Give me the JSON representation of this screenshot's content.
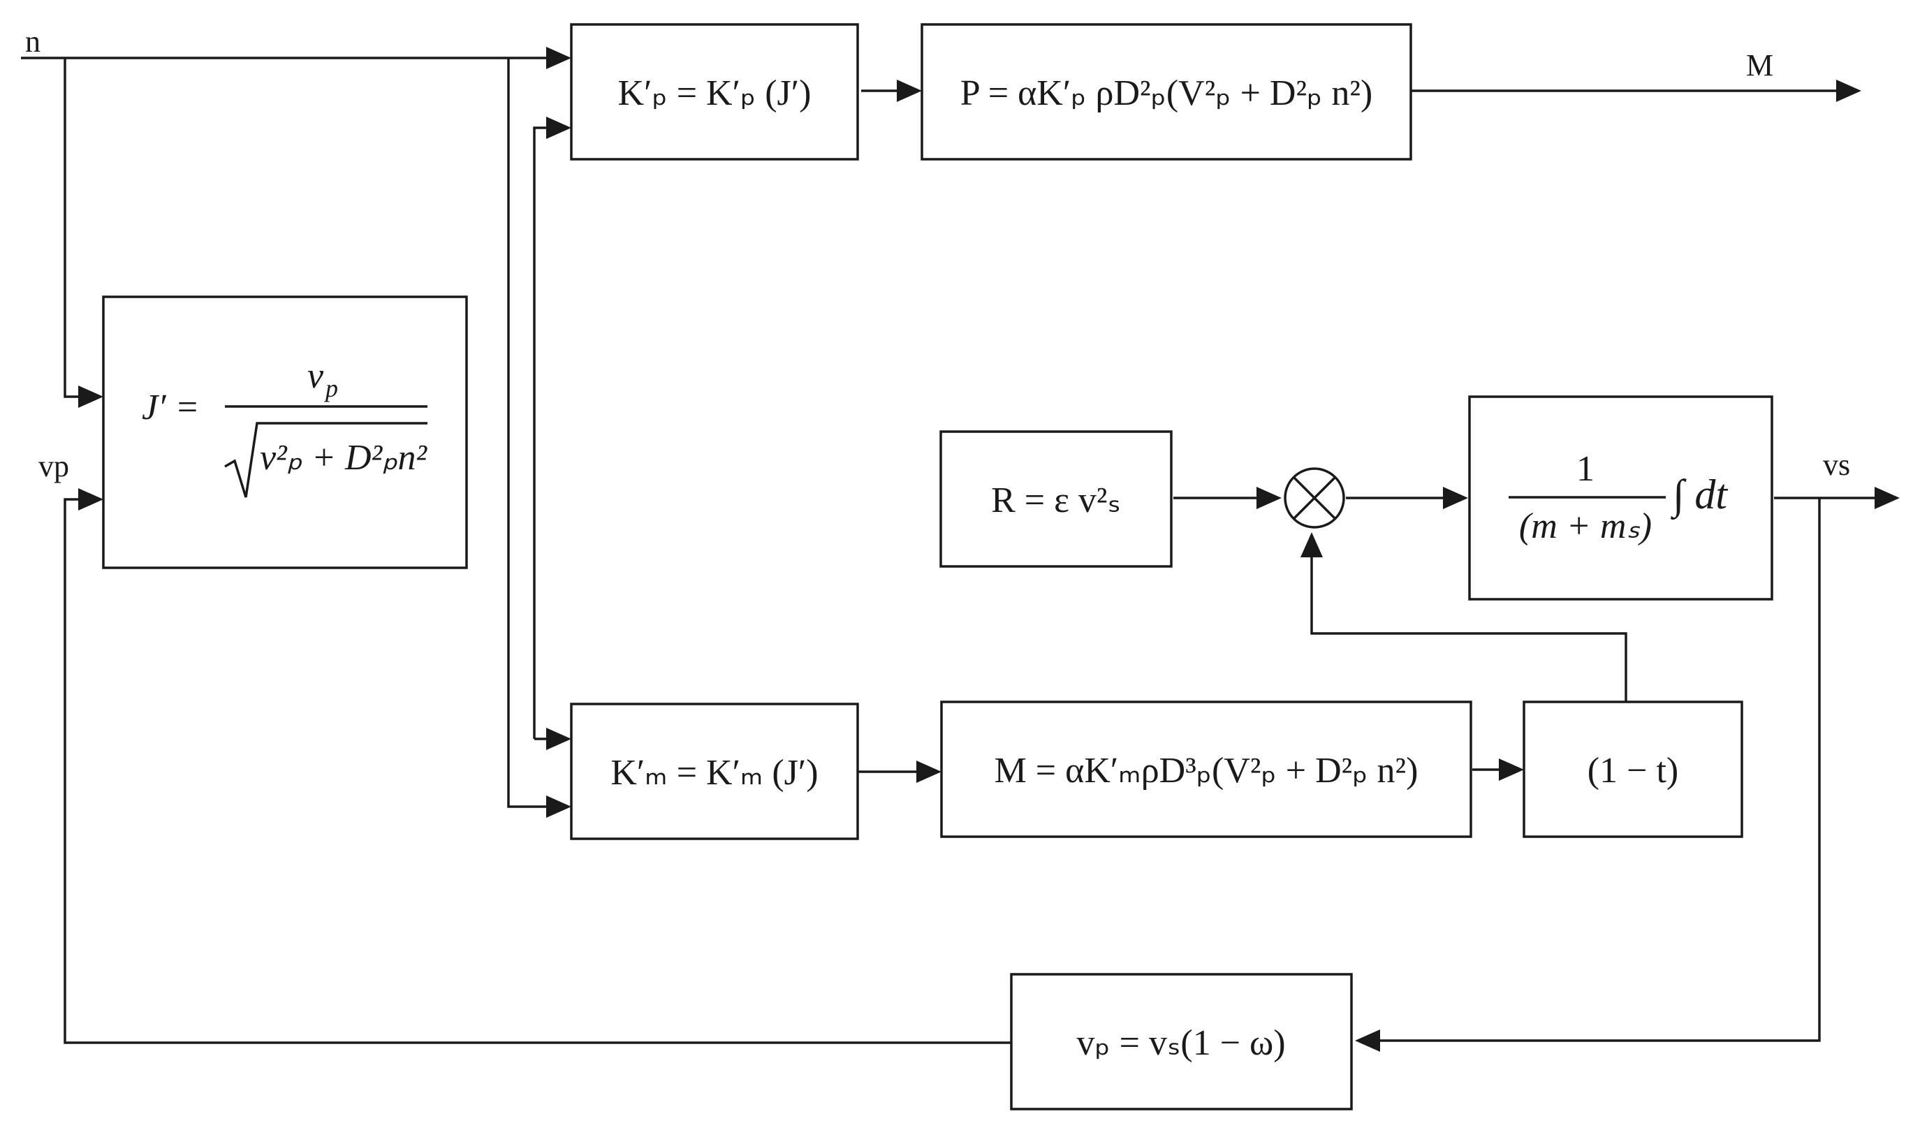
{
  "signals": {
    "n": "n",
    "vp": "vp",
    "vs": "vs",
    "M_out": "M"
  },
  "blocks": {
    "advance_ratio": {
      "lhs": "J′ =",
      "numerator": "v",
      "numerator_sub": "p",
      "denominator": "v²ₚ + D²ₚn²"
    },
    "kp_block": {
      "text": "K′ₚ = K′ₚ (J′)"
    },
    "thrust_block": {
      "text": "P = αK′ₚ ρD²ₚ(V²ₚ + D²ₚ n²)"
    },
    "km_block": {
      "text": "K′ₘ = K′ₘ (J′)"
    },
    "torque_block": {
      "text": "M = αK′ₘρD³ₚ(V²ₚ + D²ₚ n²)"
    },
    "thrust_deduction_block": {
      "text": "(1 − t)"
    },
    "resistance_block": {
      "text": "R = ε v²ₛ"
    },
    "integrator_block": {
      "numerator": "1",
      "denominator": "(m + mₛ)",
      "integral": "∫ dt"
    },
    "wake_block": {
      "text": "vₚ = vₛ(1 − ω)"
    }
  },
  "icons": {
    "summing_junction": "summing-junction-icon"
  }
}
